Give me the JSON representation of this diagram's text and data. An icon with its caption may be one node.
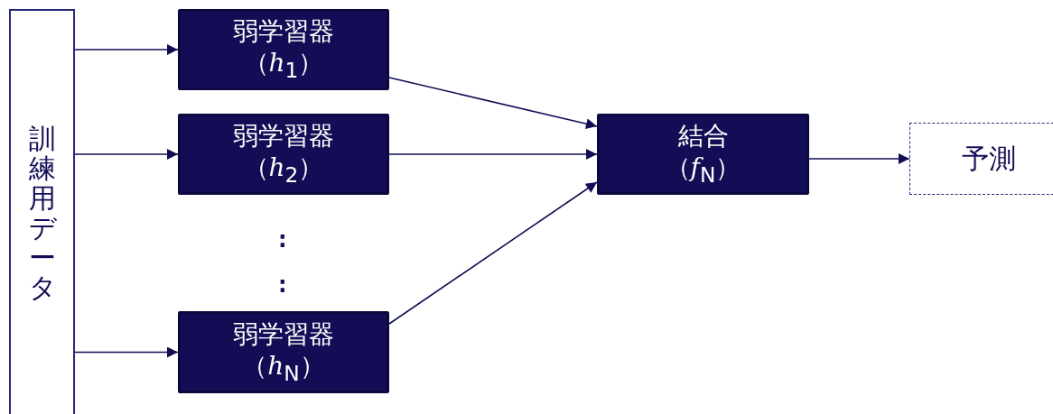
{
  "diagram": {
    "nodes": [
      {
        "text": [
          "訓練用データ"
        ]
      },
      {
        "text": [
          "弱学習器",
          "（*h*$_{1}$）"
        ]
      },
      {
        "text": [
          "弱学習器",
          "（*h*$_{2}$）"
        ]
      },
      {
        "text": [
          "弱学習器",
          "（*h*$_{N}$）"
        ]
      },
      {
        "text": [
          "結合",
          "（*f*$_{N}$）"
        ]
      },
      {
        "text": [
          "予測"
        ]
      }
    ],
    "edges": [
      {
        "from": 0,
        "to": 1,
        "arrow": "to"
      },
      {
        "from": 0,
        "to": 2,
        "arrow": "to"
      },
      {
        "from": 0,
        "to": 3,
        "arrow": "to"
      },
      {
        "from": 1,
        "to": 4,
        "arrow": "to"
      },
      {
        "from": 2,
        "to": 4,
        "arrow": "to"
      },
      {
        "from": 3,
        "to": 4,
        "arrow": "to"
      },
      {
        "from": 4,
        "to": 5,
        "arrow": "to"
      }
    ],
    "labels": [
      ":",
      ":"
    ]
  }
}
